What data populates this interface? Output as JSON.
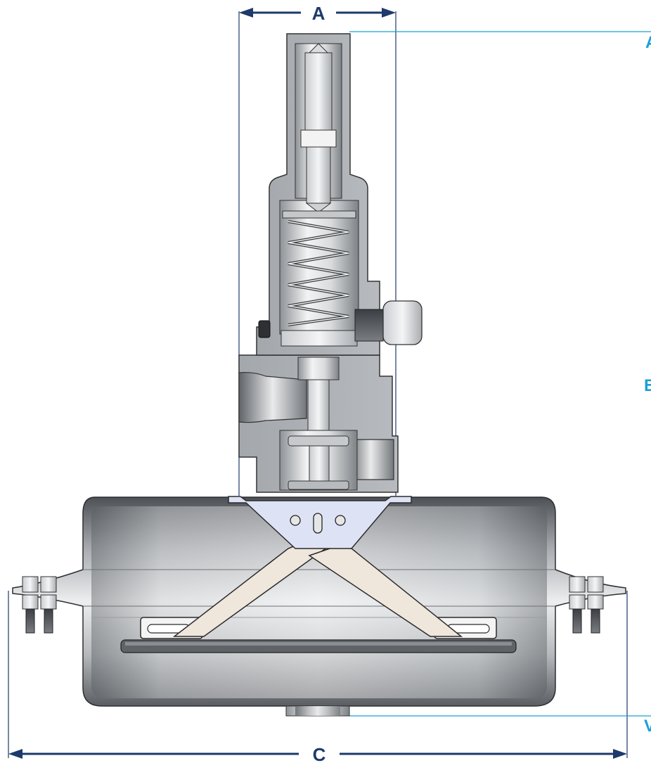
{
  "dimensions": {
    "top_label": "A",
    "bottom_label": "C",
    "right_labels": [
      "A",
      "B",
      "V"
    ]
  },
  "colors": {
    "dimension_line": "#1d3a6b",
    "leader_line": "#1aa0d8",
    "side_label": "#1aa0d8",
    "body_metal": "#bfc2c6",
    "section_cut": "#9ea2a6",
    "plate": "#dde3f5",
    "scissor_links": "#efe6dc"
  },
  "drawing": {
    "subject": "pressure-regulator-cross-section-icon"
  }
}
